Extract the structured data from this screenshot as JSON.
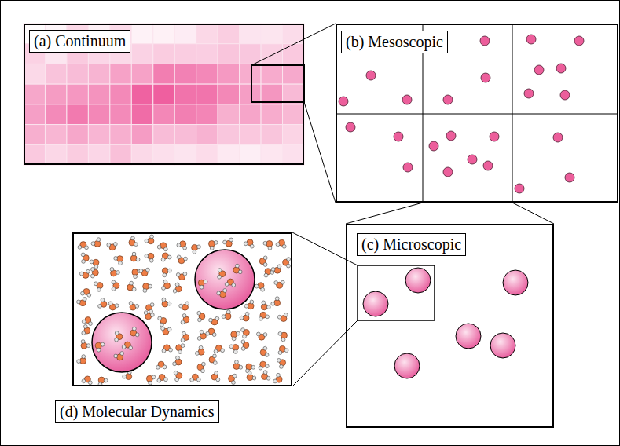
{
  "diagram": {
    "nodes": [
      {
        "text": [
          "(a) Continuum"
        ]
      },
      {
        "text": [
          "(b) Mesoscopic"
        ]
      },
      {
        "text": [
          "(c) Microscopic"
        ]
      },
      {
        "text": [
          "(d) Molecular Dynamics"
        ]
      }
    ],
    "edges": [
      {
        "from": 0,
        "to": 1,
        "arrow": "none"
      },
      {
        "from": 1,
        "to": 2,
        "arrow": "none"
      },
      {
        "from": 2,
        "to": 3,
        "arrow": "none"
      }
    ]
  }
}
